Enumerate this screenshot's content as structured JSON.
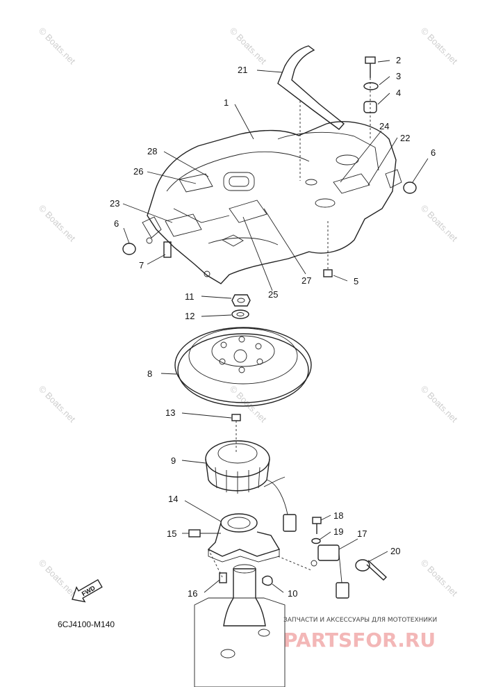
{
  "diagram_code": "6CJ4100-M140",
  "fwd_label": "FWD",
  "watermark_text": "© Boats.net",
  "promo_text": "ЗАПЧАСТИ И АКСЕССУАРЫ ДЛЯ МОТОТЕХНИКИ",
  "brand_text": "PARTSFOR.RU",
  "callouts": [
    "1",
    "2",
    "3",
    "4",
    "5",
    "6",
    "6",
    "7",
    "8",
    "9",
    "10",
    "11",
    "12",
    "13",
    "14",
    "15",
    "16",
    "17",
    "18",
    "19",
    "20",
    "21",
    "22",
    "23",
    "24",
    "25",
    "26",
    "27",
    "28"
  ]
}
